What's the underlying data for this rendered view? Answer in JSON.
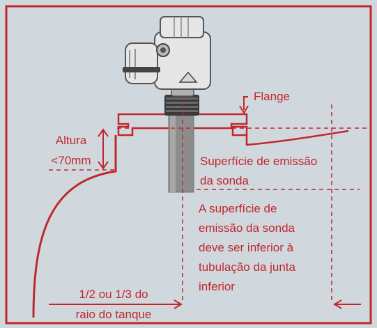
{
  "labels": {
    "flange": "Flange",
    "height_line1": "Altura",
    "height_line2": "<70mm",
    "emission_surface_line1": "Superfície de emissão",
    "emission_surface_line2": "da sonda",
    "note_line1": "A superfície de",
    "note_line2": "emissão da sonda",
    "note_line3": "deve ser inferior à",
    "note_line4": "tubulação da junta",
    "note_line5": "inferior",
    "radius_line1": "1/2 ou 1/3 do",
    "radius_line2": "raio do tanque"
  },
  "colors": {
    "accent": "#c0272d",
    "background": "#d0d8de",
    "probe": "#8c8c8c",
    "housing": "#e6e6e6"
  },
  "icons": {
    "sensor": "radar-level-sensor-icon"
  }
}
